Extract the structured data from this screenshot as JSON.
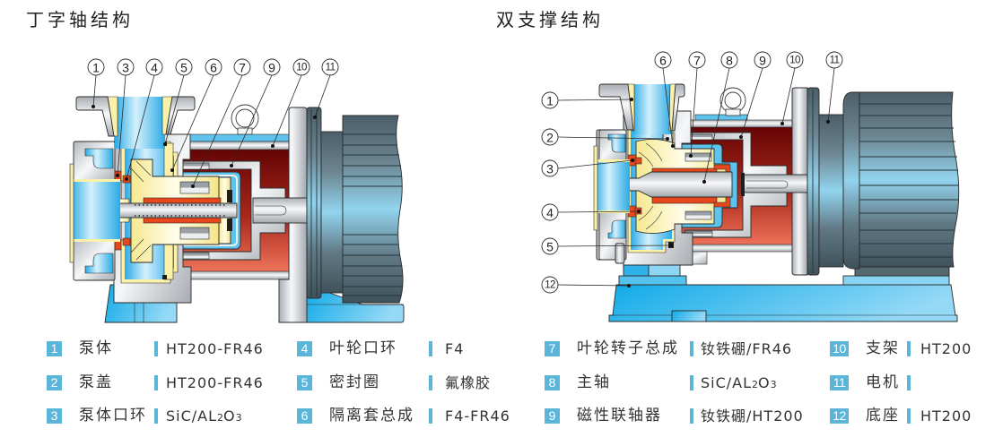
{
  "titles": {
    "left": "丁字轴结构",
    "right": "双支撑结构"
  },
  "diagram_left": {
    "callouts": [
      "1",
      "3",
      "4",
      "5",
      "6",
      "7",
      "9",
      "10",
      "11"
    ]
  },
  "diagram_right": {
    "callouts_top": [
      "6",
      "7",
      "8",
      "9",
      "10",
      "11"
    ],
    "callouts_side": [
      "1",
      "2",
      "3",
      "4",
      "5",
      "12"
    ]
  },
  "legend": {
    "items": [
      {
        "num": "1",
        "name": "泵体",
        "material": "HT200-FR46"
      },
      {
        "num": "2",
        "name": "泵盖",
        "material": "HT200-FR46"
      },
      {
        "num": "3",
        "name": "泵体口环",
        "material": "SiC/AL2O3"
      },
      {
        "num": "4",
        "name": "叶轮口环",
        "material": "F4"
      },
      {
        "num": "5",
        "name": "密封圈",
        "material": "氟橡胶"
      },
      {
        "num": "6",
        "name": "隔离套总成",
        "material": "F4-FR46"
      },
      {
        "num": "7",
        "name": "叶轮转子总成",
        "material": "钕铁硼/FR46"
      },
      {
        "num": "8",
        "name": "主轴",
        "material": "SiC/AL2O3"
      },
      {
        "num": "9",
        "name": "磁性联轴器",
        "material": "钕铁硼/HT200"
      },
      {
        "num": "10",
        "name": "支架",
        "material": "HT200"
      },
      {
        "num": "11",
        "name": "电机",
        "material": ""
      },
      {
        "num": "12",
        "name": "底座",
        "material": "HT200"
      }
    ]
  },
  "colors": {
    "accent": "#5bb5d8",
    "text": "#333333",
    "metal": "#c9cdd1",
    "fluid": "#3cb4ea",
    "liner": "#fbf1a8",
    "lining": "#e8471c",
    "bracket_interior_top": "#640404",
    "bracket_interior_bottom": "#f0745a",
    "motor": "#5a6f7a",
    "base": "#1eaee9"
  }
}
